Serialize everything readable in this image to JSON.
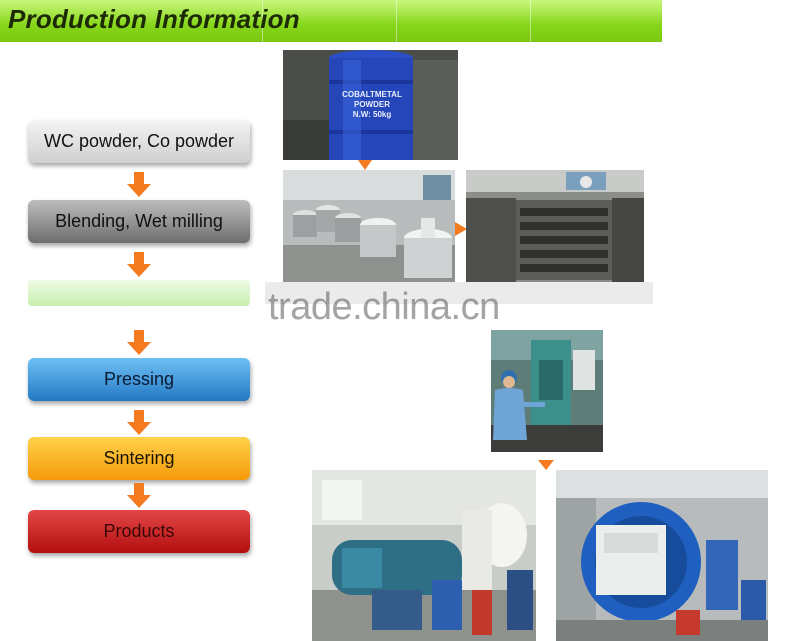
{
  "header": {
    "title": "Production Information"
  },
  "flow": {
    "steps": [
      {
        "label": "WC powder, Co powder"
      },
      {
        "label": "Blending, Wet milling"
      },
      {
        "label": ""
      },
      {
        "label": "Pressing"
      },
      {
        "label": "Sintering"
      },
      {
        "label": "Products"
      }
    ]
  },
  "photos": {
    "barrel_label": "COBALTMETAL POWDER",
    "barrel_weight": "N.W: 50kg"
  },
  "watermark": "trade.china.cn",
  "colors": {
    "banner": "#86d619",
    "arrow": "#f47b20",
    "pressing": "#2378c4",
    "sintering": "#f59a09",
    "products": "#b30f0f"
  }
}
